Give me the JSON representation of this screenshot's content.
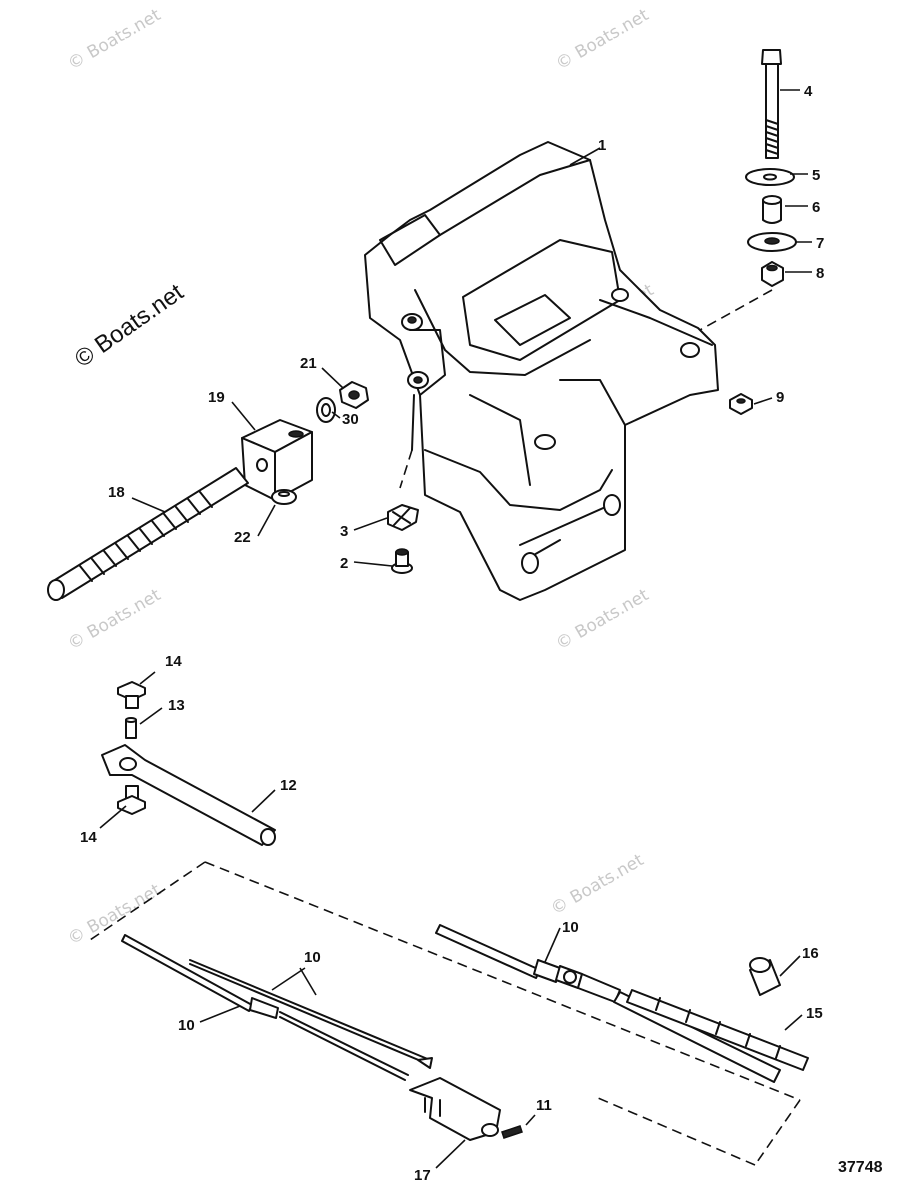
{
  "diagram": {
    "watermark_text": "© Boats.net",
    "brand_text": "© Boats.net",
    "figure_number": "37748",
    "callouts": {
      "c1": "1",
      "c2": "2",
      "c3": "3",
      "c4": "4",
      "c5": "5",
      "c6": "6",
      "c7": "7",
      "c8": "8",
      "c9": "9",
      "c10a": "10",
      "c10b": "10",
      "c10c": "10",
      "c11": "11",
      "c12": "12",
      "c13": "13",
      "c14a": "14",
      "c14b": "14",
      "c15": "15",
      "c16": "16",
      "c17": "17",
      "c18": "18",
      "c19": "19",
      "c21": "21",
      "c22": "22",
      "c30": "30"
    }
  }
}
